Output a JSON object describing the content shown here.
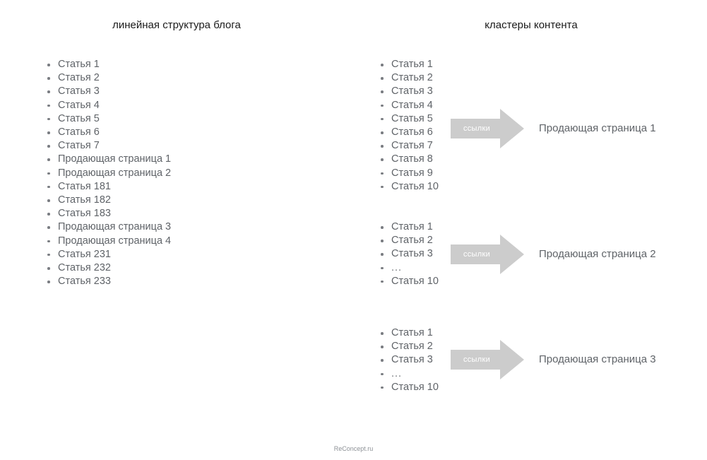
{
  "columns": {
    "left": {
      "header": "линейная структура блога",
      "items": [
        "Статья 1",
        "Статья 2",
        "Статья 3",
        "Статья 4",
        "Статья 5",
        "Статья 6",
        "Статья 7",
        "Продающая страница 1",
        "Продающая страница 2",
        "Статья 181",
        "Статья 182",
        "Статья 183",
        "Продающая страница 3",
        "Продающая страница 4",
        "Статья 231",
        "Статья 232",
        "Статья 233"
      ]
    },
    "right": {
      "header": "кластеры контента",
      "clusters": [
        {
          "items": [
            "Статья 1",
            "Статья 2",
            "Статья 3",
            "Статья 4",
            "Статья 5",
            "Статья 6",
            "Статья 7",
            "Статья 8",
            "Статья 9",
            "Статья 10"
          ],
          "arrow_label": "ссылки",
          "target": "Продающая страница 1"
        },
        {
          "items": [
            "Статья 1",
            "Статья 2",
            "Статья 3",
            "...",
            "Статья 10"
          ],
          "arrow_label": "ссылки",
          "target": "Продающая страница 2"
        },
        {
          "items": [
            "Статья 1",
            "Статья 2",
            "Статья 3",
            "...",
            "Статья 10"
          ],
          "arrow_label": "ссылки",
          "target": "Продающая страница 3"
        }
      ]
    }
  },
  "footer": {
    "watermark": "ReConcept.ru"
  },
  "colors": {
    "background": "#ffffff",
    "header_text": "#1a1a1a",
    "body_text": "#5f6368",
    "bullet": "#7a7d82",
    "arrow_fill": "#cccccc",
    "arrow_label_text": "#ffffff",
    "watermark_text": "#8d9196"
  }
}
